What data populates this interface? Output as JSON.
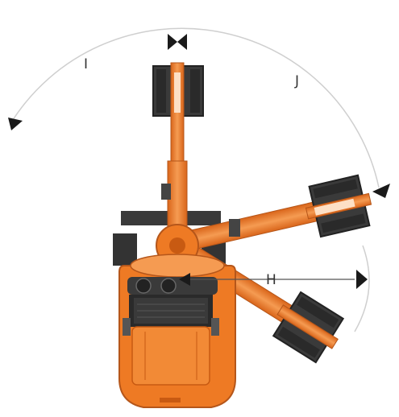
{
  "diagram": {
    "labels": {
      "i": "I",
      "j": "J",
      "h": "H"
    },
    "colors": {
      "body": "#ee7a24",
      "body_dark": "#c85a12",
      "body_light": "#f7a560",
      "track": "#3a3a3a",
      "track_dark": "#222222",
      "arc": "#cfcfcf",
      "arrow": "#1a1a1a",
      "line": "#555555"
    }
  }
}
